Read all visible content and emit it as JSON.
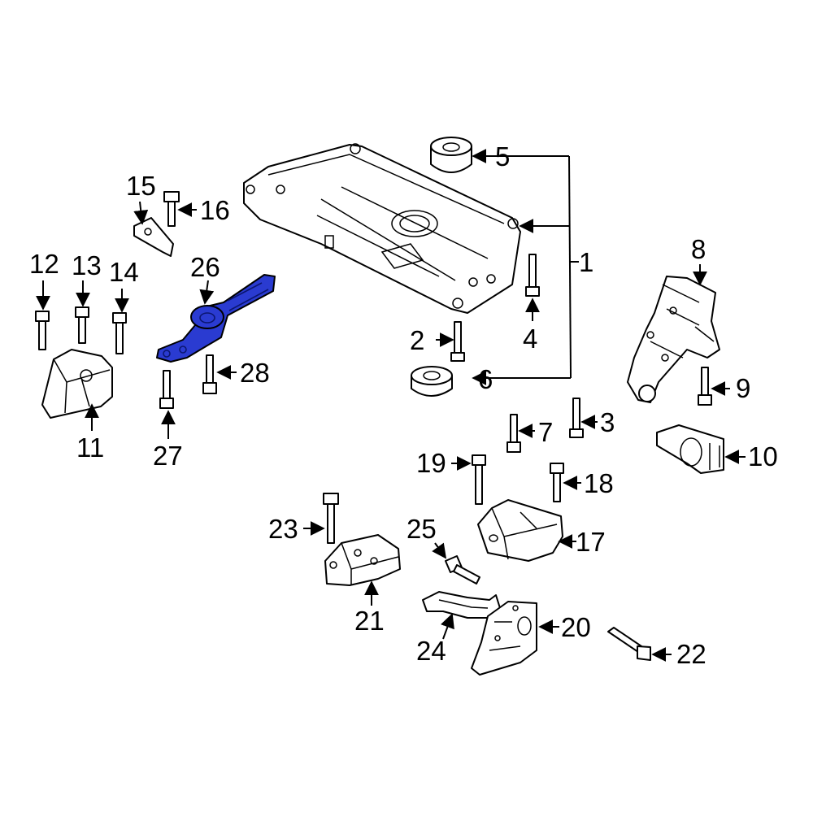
{
  "colors": {
    "highlight": "#2a3bd1",
    "line": "#000000",
    "background": "#ffffff"
  },
  "callouts": [
    "1",
    "2",
    "3",
    "4",
    "5",
    "6",
    "7",
    "8",
    "9",
    "10",
    "11",
    "12",
    "13",
    "14",
    "15",
    "16",
    "17",
    "18",
    "19",
    "20",
    "21",
    "22",
    "23",
    "24",
    "25",
    "26",
    "27",
    "28"
  ],
  "highlighted_part": "26"
}
